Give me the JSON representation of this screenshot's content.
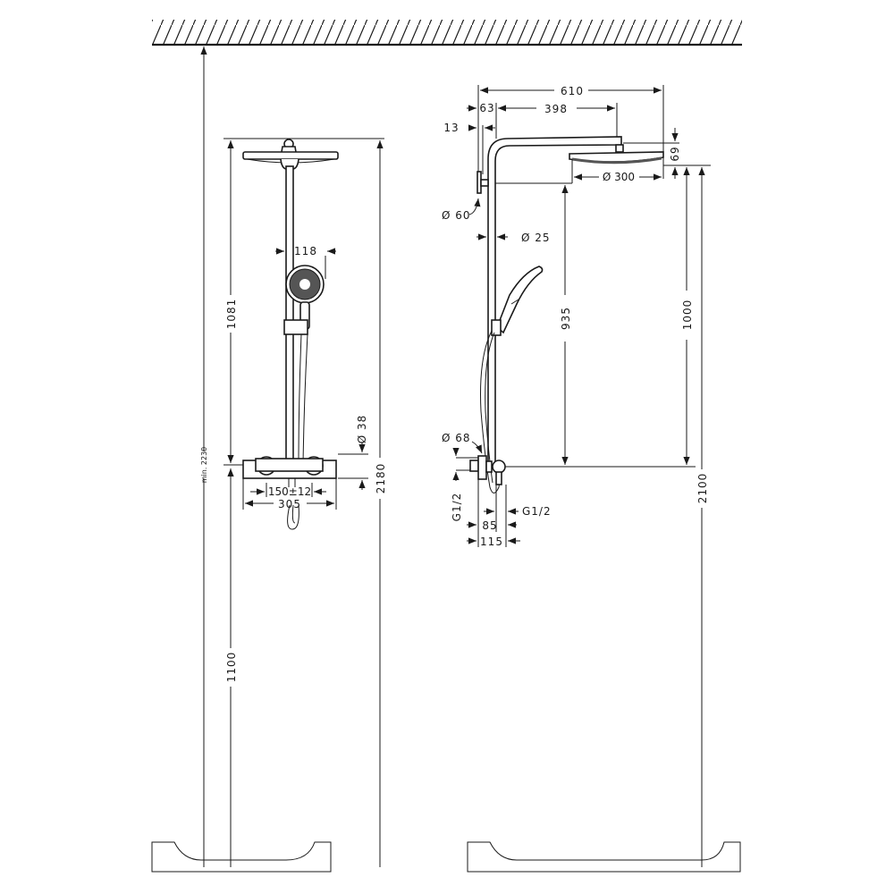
{
  "front_view": {
    "min_total_height": "min. 2230",
    "head_to_thermostat": "1081",
    "thermostat_height": "1100",
    "total_height": "2180",
    "hand_shower_width": "118",
    "thermostat_diameter": "Ø 38",
    "connection_distance": "150±12",
    "thermostat_width": "305"
  },
  "side_view": {
    "projection": "610",
    "wall_to_pipe": "63",
    "arm_length": "398",
    "flange_depth": "13",
    "head_height": "69",
    "head_diameter": "Ø 300",
    "flange_diameter": "Ø 60",
    "pipe_diameter": "Ø 25",
    "pipe_height": "935",
    "head_above_thermostat": "1000",
    "head_height_floor": "2100",
    "valve_diameter": "Ø 68",
    "inlet_left": "G1/2",
    "outlet_right": "G1/2",
    "depth_85": "85",
    "depth_115": "115"
  }
}
